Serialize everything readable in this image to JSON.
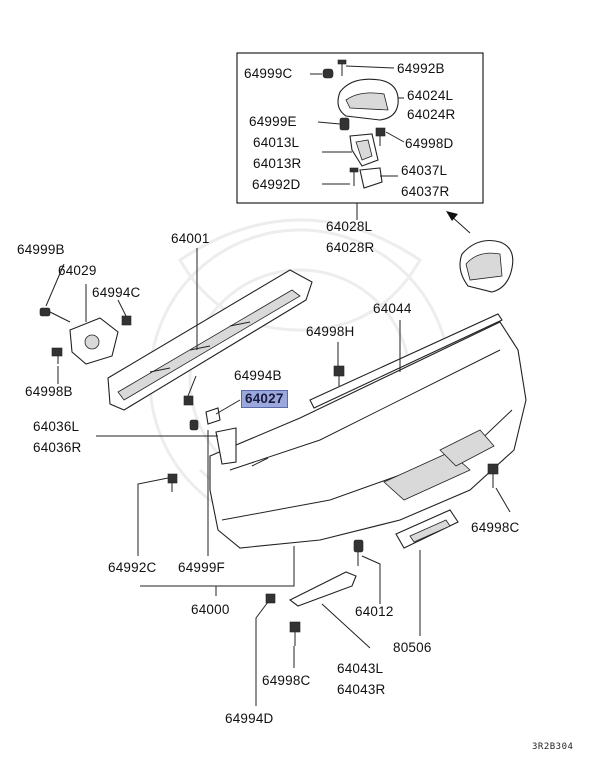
{
  "diagram_code": "3R2B304",
  "callouts": {
    "c64999C": "64999C",
    "c64992B": "64992B",
    "c64024L": "64024L",
    "c64024R": "64024R",
    "c64999E": "64999E",
    "c64998D": "64998D",
    "c64013L": "64013L",
    "c64013R": "64013R",
    "c64037L": "64037L",
    "c64037R": "64037R",
    "c64992D": "64992D",
    "c64028L": "64028L",
    "c64028R": "64028R",
    "c64999B": "64999B",
    "c64029": "64029",
    "c64994C": "64994C",
    "c64998B": "64998B",
    "c64001": "64001",
    "c64044": "64044",
    "c64998H": "64998H",
    "c64994B": "64994B",
    "c64027": "64027",
    "c64036L": "64036L",
    "c64036R": "64036R",
    "c64998C_right": "64998C",
    "c64992C": "64992C",
    "c64999F": "64999F",
    "c64000": "64000",
    "c64012": "64012",
    "c80506": "80506",
    "c64043L": "64043L",
    "c64043R": "64043R",
    "c64998C_bottom": "64998C",
    "c64994D": "64994D"
  },
  "highlighted_part": "64027"
}
